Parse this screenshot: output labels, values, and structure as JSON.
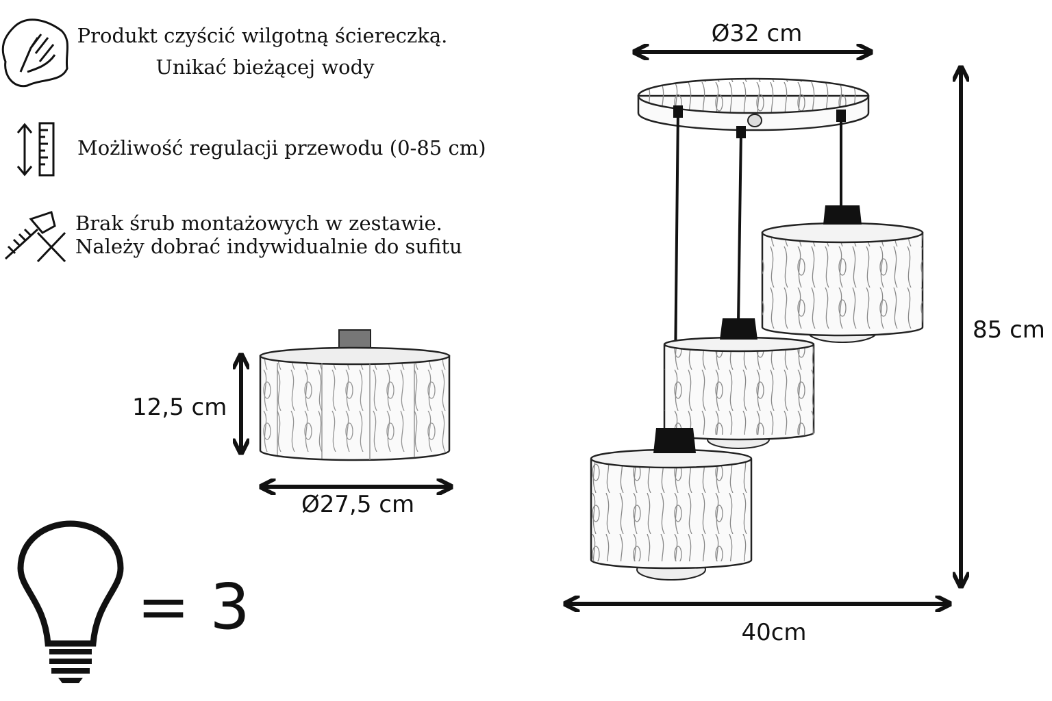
{
  "info": {
    "cleaning": [
      "Produkt czyścić wilgotną ściereczką.",
      "Unikać bieżącej wody"
    ],
    "cable": "Możliwość regulacji przewodu (0-85 cm)",
    "screws": [
      "Brak śrub montażowych w zestawie.",
      "Należy dobrać indywidualnie do sufitu"
    ]
  },
  "single_shade": {
    "height": "12,5 cm",
    "diameter": "Ø27,5 cm"
  },
  "bulbs": {
    "label": "= 3"
  },
  "lamp": {
    "canopy_diameter": "Ø32 cm",
    "height": "85 cm",
    "width": "40cm"
  },
  "icons": [
    "hand-wipe-icon",
    "ruler-icon",
    "screw-crossed-icon",
    "bulb-icon"
  ]
}
